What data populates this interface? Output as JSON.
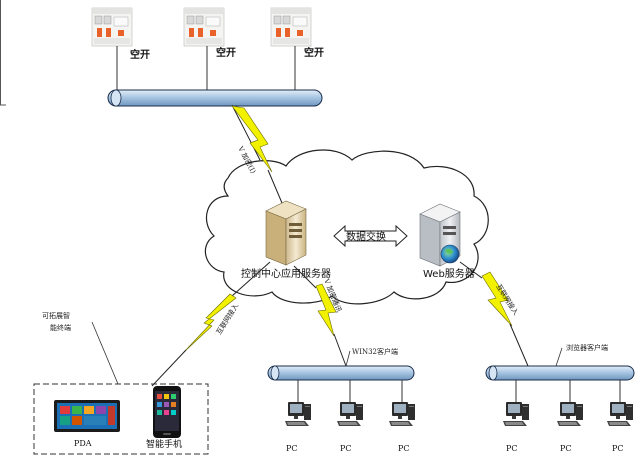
{
  "breakers": {
    "label": "空开",
    "count": 3
  },
  "cloud": {
    "control_server": "控制中心应用服务器",
    "web_server": "Web服务器",
    "data_exchange": "数据交换"
  },
  "links": {
    "top_link": "V 加密(I)",
    "left_link": "互联网接入",
    "mid_link": "V 加密通讯",
    "right_link": "互联网接入"
  },
  "terminals": {
    "ext_label_line1": "可拓展智",
    "ext_label_line2": "能终端",
    "pda_label": "PDA",
    "phone_label": "智能手机"
  },
  "win32": {
    "label": "WIN32客户端",
    "pcs": [
      "PC",
      "PC",
      "PC"
    ]
  },
  "browser": {
    "label": "浏览器客户端",
    "pcs": [
      "PC",
      "PC",
      "PC"
    ]
  },
  "colors": {
    "bus_fill": "#b9d3ea",
    "bus_stroke": "#1a2c4a",
    "lightning": "#f2f200",
    "lightning_stroke": "#6a6a00"
  }
}
